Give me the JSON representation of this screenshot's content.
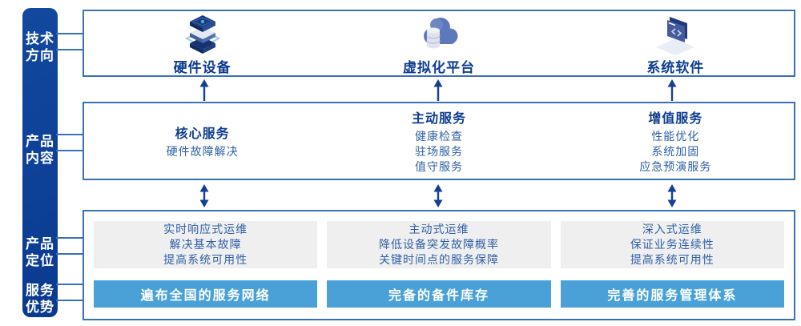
{
  "colors": {
    "sidebar_bg": "#0d3f9a",
    "box_border": "#3971b3",
    "title_navy": "#0d3c90",
    "body_blue": "#2f5fa8",
    "banner_blue": "#49a1d8",
    "card_gray": "#efefef",
    "arrow_navy": "#163f93",
    "icon_teal": "#2fb9c9",
    "icon_light_blue": "#9ecdec"
  },
  "sidebar": {
    "items": [
      {
        "lines": [
          "技术",
          "方向"
        ]
      },
      {
        "lines": [
          "产品",
          "内容"
        ]
      },
      {
        "lines": [
          "产品",
          "定位"
        ]
      },
      {
        "lines": [
          "服务",
          "优势"
        ]
      }
    ]
  },
  "tech_row": {
    "items": [
      {
        "label": "硬件设备",
        "icon": "server-stack-icon"
      },
      {
        "label": "虚拟化平台",
        "icon": "cloud-database-icon"
      },
      {
        "label": "系统软件",
        "icon": "code-window-icon"
      }
    ]
  },
  "content_row": {
    "columns": [
      {
        "title": "核心服务",
        "items": [
          "硬件故障解决"
        ]
      },
      {
        "title": "主动服务",
        "items": [
          "健康检查",
          "驻场服务",
          "值守服务"
        ]
      },
      {
        "title": "增值服务",
        "items": [
          "性能优化",
          "系统加固",
          "应急预演服务"
        ]
      }
    ]
  },
  "bottom_row": {
    "columns": [
      {
        "positioning": [
          "实时响应式运维",
          "解决基本故障",
          "提高系统可用性"
        ],
        "advantage": "遍布全国的服务网络"
      },
      {
        "positioning": [
          "主动式运维",
          "降低设备突发故障概率",
          "关键时间点的服务保障"
        ],
        "advantage": "完备的备件库存"
      },
      {
        "positioning": [
          "深入式运维",
          "保证业务连续性",
          "提高系统可用性"
        ],
        "advantage": "完善的服务管理体系"
      }
    ]
  }
}
